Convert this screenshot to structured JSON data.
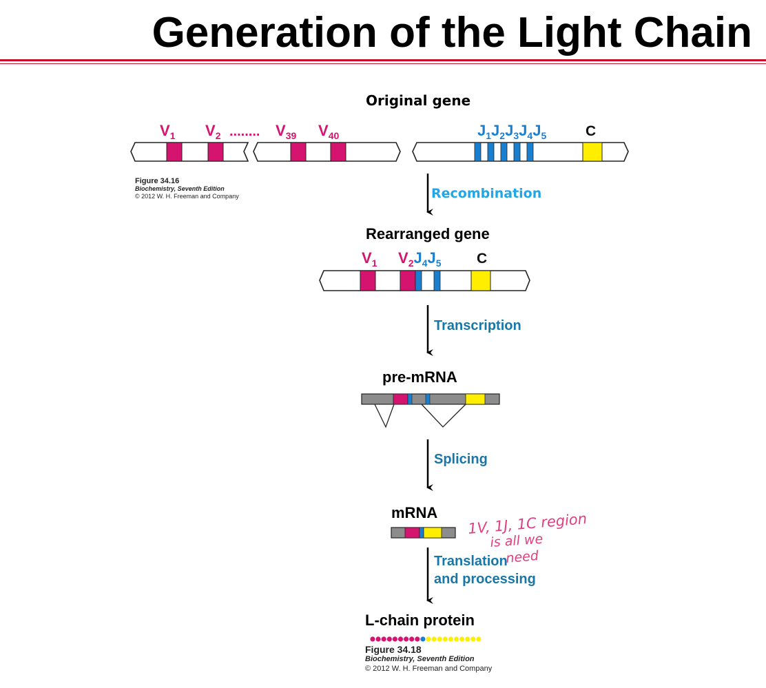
{
  "title": "Generation of the Light Chain",
  "colors": {
    "title_rule": "#c8102e",
    "v_segment": "#d4146f",
    "j_segment": "#1b7fd0",
    "c_segment": "#ffee00",
    "step_text": "#1777a8",
    "recombination_text": "#21a7e8",
    "intron_gray": "#8c8c8c",
    "handwriting": "#e0407f"
  },
  "original_gene": {
    "header": "Original gene",
    "v_labels": [
      "V1",
      "V2",
      "V39",
      "V40"
    ],
    "dots": "........",
    "j_labels": [
      "J1",
      "J2",
      "J3",
      "J4",
      "J5"
    ],
    "c_label": "C"
  },
  "steps": {
    "recombination": "Recombination",
    "transcription": "Transcription",
    "splicing": "Splicing",
    "translation_line1": "Translation",
    "translation_line2": "and processing"
  },
  "rearranged_gene": {
    "header": "Rearranged gene",
    "labels": [
      "V1",
      "V2J4J5",
      "C"
    ]
  },
  "pre_mrna": {
    "header": "pre-mRNA"
  },
  "mrna": {
    "header": "mRNA"
  },
  "protein": {
    "header": "L-chain protein",
    "v_beads": 9,
    "j_beads": 1,
    "c_beads": 10
  },
  "annotation": {
    "line1": "1V, 1J, 1C region",
    "line2": "is all we",
    "line3": "need"
  },
  "figure_top": {
    "figure": "Figure 34.16",
    "book": "Biochemistry, Seventh Edition",
    "copyright": "© 2012 W. H. Freeman and Company"
  },
  "figure_bottom": {
    "figure": "Figure 34.18",
    "book": "Biochemistry, Seventh Edition",
    "copyright": "© 2012 W. H. Freeman and Company"
  }
}
